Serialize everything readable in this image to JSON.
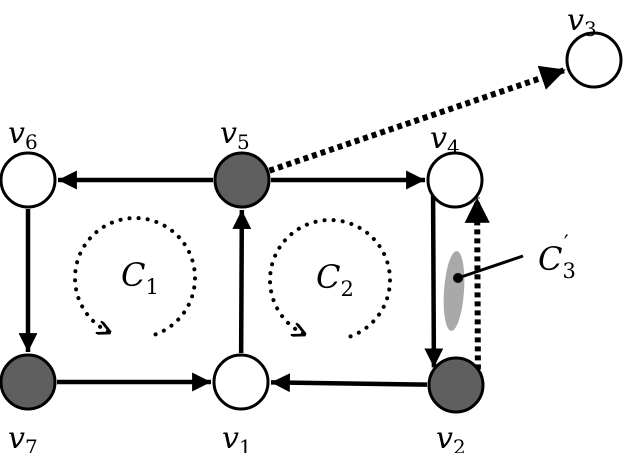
{
  "colors": {
    "stroke": "#000000",
    "open_node_fill": "#ffffff",
    "filled_node_fill": "#5f5f5f",
    "highlight_fill": "#a9a9a9"
  },
  "vertices": [
    {
      "id": "v1",
      "name": "v",
      "sub": "1",
      "filled": false
    },
    {
      "id": "v2",
      "name": "v",
      "sub": "2",
      "filled": true
    },
    {
      "id": "v3",
      "name": "v",
      "sub": "3",
      "filled": false
    },
    {
      "id": "v4",
      "name": "v",
      "sub": "4",
      "filled": false
    },
    {
      "id": "v5",
      "name": "v",
      "sub": "5",
      "filled": true
    },
    {
      "id": "v6",
      "name": "v",
      "sub": "6",
      "filled": false
    },
    {
      "id": "v7",
      "name": "v",
      "sub": "7",
      "filled": true
    }
  ],
  "edges": [
    {
      "from": "v5",
      "to": "v6",
      "style": "solid"
    },
    {
      "from": "v5",
      "to": "v4",
      "style": "solid"
    },
    {
      "from": "v6",
      "to": "v7",
      "style": "solid"
    },
    {
      "from": "v7",
      "to": "v1",
      "style": "solid"
    },
    {
      "from": "v1",
      "to": "v5",
      "style": "solid"
    },
    {
      "from": "v2",
      "to": "v1",
      "style": "solid"
    },
    {
      "from": "v4",
      "to": "v2",
      "style": "solid"
    },
    {
      "from": "v2",
      "to": "v4",
      "style": "dotted"
    },
    {
      "from": "v5",
      "to": "v3",
      "style": "dotted"
    }
  ],
  "cycles": [
    {
      "id": "C1",
      "name": "C",
      "sub": "1"
    },
    {
      "id": "C2",
      "name": "C",
      "sub": "2"
    }
  ],
  "annotation": {
    "name": "C",
    "sub": "3",
    "prime": "′"
  }
}
